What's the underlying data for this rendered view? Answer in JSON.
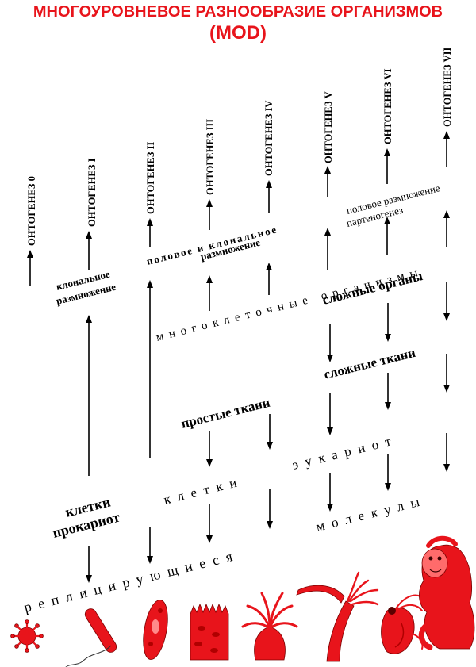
{
  "title": {
    "line1": "МНОГОУРОВНЕВОЕ РАЗНООБРАЗИЕ ОРГАНИЗМОВ",
    "line2": "(MOD)"
  },
  "ontogeneses": [
    "ОНТОГЕНЕЗ 0",
    "ОНТОГЕНЕЗ I",
    "ОНТОГЕНЕЗ II",
    "ОНТОГЕНЕЗ III",
    "ОНТОГЕНЕЗ IV",
    "ОНТОГЕНЕЗ V",
    "ОНТОГЕНЕЗ VI",
    "ОНТОГЕНЕЗ VII"
  ],
  "levels": {
    "replicating": "реплицирующиеся",
    "prokaryote_cells_1": "клетки",
    "prokaryote_cells_2": "прокариот",
    "cells": "клетки",
    "molecules": "молекулы",
    "eukaryote": "эукариот",
    "simple_tissues": "простые ткани",
    "complex_tissues": "сложные ткани",
    "complex_organs": "сложные органы",
    "multicellular": "многоклеточные организмы"
  },
  "reproduction": {
    "clonal_1": "клональное",
    "clonal_2": "размножение",
    "sexual_clonal_1": "половое и клональное",
    "sexual_clonal_2": "размножение",
    "sexual_parth_1": "половое размножение",
    "sexual_parth_2": "партеногенез"
  },
  "organisms": [
    {
      "name": "virus",
      "icon": "virus-icon"
    },
    {
      "name": "bacterium",
      "icon": "bacterium-icon"
    },
    {
      "name": "paramecium",
      "icon": "paramecium-icon"
    },
    {
      "name": "sponge",
      "icon": "sponge-icon"
    },
    {
      "name": "sea-anemone",
      "icon": "anemone-icon"
    },
    {
      "name": "hydroid-polyp",
      "icon": "hydroid-icon"
    },
    {
      "name": "daphnia",
      "icon": "daphnia-icon"
    },
    {
      "name": "monkey",
      "icon": "monkey-icon"
    }
  ],
  "colors": {
    "accent": "#e8141b",
    "ink": "#000000"
  }
}
